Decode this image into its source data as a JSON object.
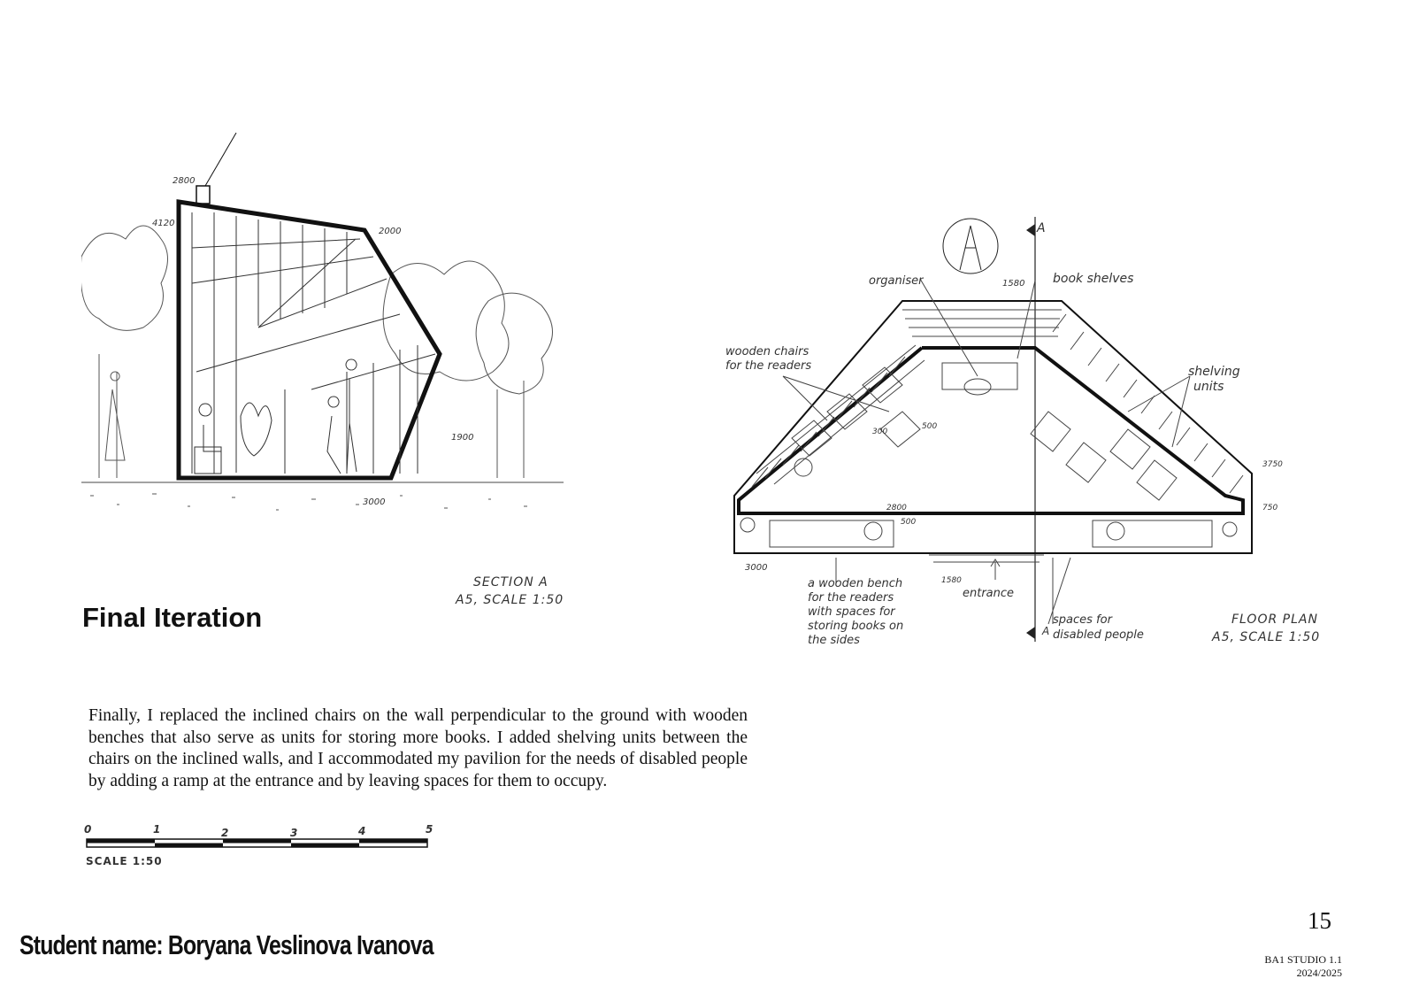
{
  "title": "Final Iteration",
  "body": "Finally, I replaced the inclined chairs on the wall perpendicular to the ground with wooden benches that also serve as units for storing more books. I added shelving units between the chairs on the inclined walls, and I accommodated my pavilion for the needs of disabled people by adding a ramp at the entrance and by leaving spaces for them to occupy.",
  "section": {
    "label_line1": "SECTION A",
    "label_line2": "A5, SCALE 1:50",
    "dims": [
      "2800",
      "4120",
      "2000",
      "1900",
      "3000"
    ]
  },
  "plan": {
    "label_line1": "FLOOR PLAN",
    "label_line2": "A5, SCALE 1:50",
    "section_marker": "A",
    "annotations": {
      "organiser": "organiser",
      "dim_1580": "1580",
      "book_shelves": "book shelves",
      "wooden_chairs": [
        "wooden chairs",
        "for the readers"
      ],
      "shelving_units": [
        "shelving",
        "units"
      ],
      "bench": [
        "a wooden bench",
        "for the readers",
        "with spaces for",
        "storing books on",
        "the sides"
      ],
      "entrance": "entrance",
      "spaces": [
        "spaces for",
        "disabled people"
      ],
      "dims": [
        "3000",
        "1580",
        "2800",
        "500",
        "300",
        "500",
        "3750",
        "750"
      ]
    }
  },
  "scale_bar": {
    "ticks": [
      "0",
      "1",
      "2",
      "3",
      "4",
      "5"
    ],
    "label": "SCALE 1:50"
  },
  "footer": {
    "student": "Student name: Boryana Veslinova Ivanova",
    "page_number": "15",
    "studio_line1": "BA1 STUDIO 1.1",
    "studio_line2": "2024/2025"
  }
}
